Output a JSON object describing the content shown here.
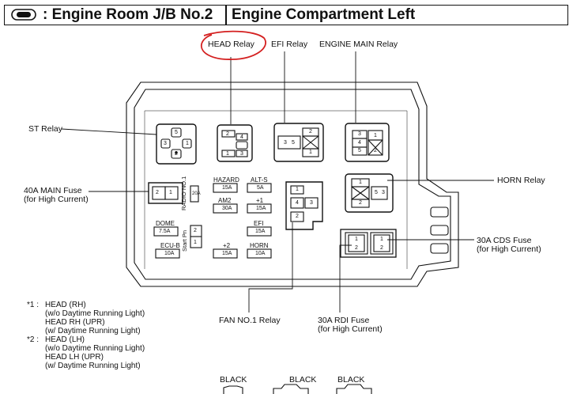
{
  "header": {
    "title_left": ": Engine Room J/B No.2",
    "title_right": "Engine Compartment Left"
  },
  "callouts": {
    "head_relay": "HEAD Relay",
    "efi_relay": "EFI Relay",
    "engine_main_relay": "ENGINE MAIN Relay",
    "st_relay": "ST Relay",
    "main_fuse_line1": "40A MAIN Fuse",
    "main_fuse_line2": "(for High Current)",
    "horn_relay": "HORN Relay",
    "cds_fuse_line1": "30A CDS Fuse",
    "cds_fuse_line2": "(for High Current)",
    "fan_relay": "FAN NO.1 Relay",
    "rdi_fuse_line1": "30A RDI Fuse",
    "rdi_fuse_line2": "(for High Current)"
  },
  "box_labels": {
    "hazard": "HAZARD",
    "hazard_amp": "15A",
    "alts": "ALT-S",
    "alts_amp": "5A",
    "am2": "AM2",
    "am2_amp": "30A",
    "plus1": "+1",
    "plus1_amp": "15A",
    "dome": "DOME",
    "dome_amp": "7.5A",
    "efi": "EFI",
    "efi_amp": "15A",
    "ecub": "ECU-B",
    "ecub_amp": "10A",
    "plus2": "+2",
    "plus2_amp": "15A",
    "horn": "HORN",
    "horn_amp": "10A",
    "radio": "RADIO NO.1",
    "radio_amp": "20A",
    "start_pn": "Start Pn",
    "t1": "1",
    "t2": "2",
    "t3": "3",
    "t4": "4",
    "t5": "5"
  },
  "notes": {
    "n1_mark": "*1 :",
    "n1_l1": "HEAD (RH)",
    "n1_l2": "(w/o Daytime Running Light)",
    "n1_l3": "HEAD RH (UPR)",
    "n1_l4": "(w/ Daytime Running Light)",
    "n2_mark": "*2 :",
    "n2_l1": "HEAD (LH)",
    "n2_l2": "(w/o Daytime Running Light)",
    "n2_l3": "HEAD LH (UPR)",
    "n2_l4": "(w/ Daytime Running Light)"
  },
  "connectors": {
    "c1": "BLACK",
    "c2": "BLACK",
    "c3": "BLACK"
  },
  "colors": {
    "line": "#111111",
    "highlight": "#d42020"
  },
  "icons": {
    "header_icon": "junction-block-icon"
  }
}
